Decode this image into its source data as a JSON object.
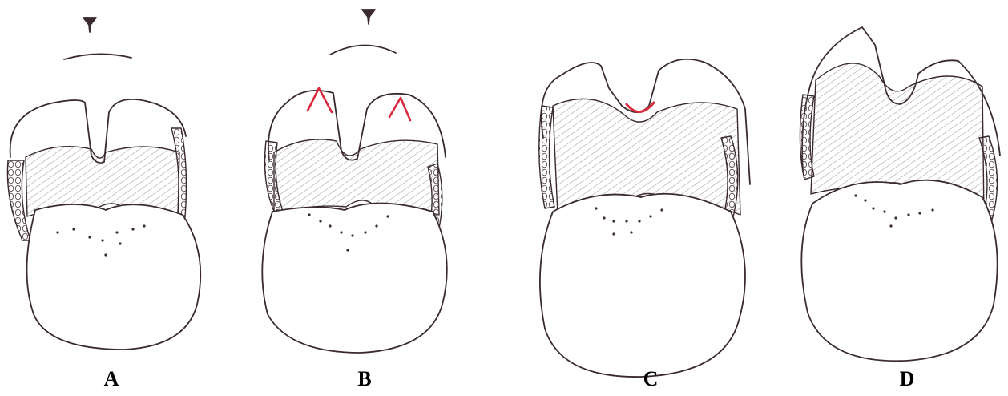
{
  "panels": [
    {
      "id": "A",
      "label": "A"
    },
    {
      "id": "B",
      "label": "B"
    },
    {
      "id": "C",
      "label": "C"
    },
    {
      "id": "D",
      "label": "D"
    }
  ],
  "colors": {
    "outline": "#3a2a30",
    "hatch": "#8a8a8a",
    "highlight": "#d8283a",
    "background": "#ffffff"
  }
}
